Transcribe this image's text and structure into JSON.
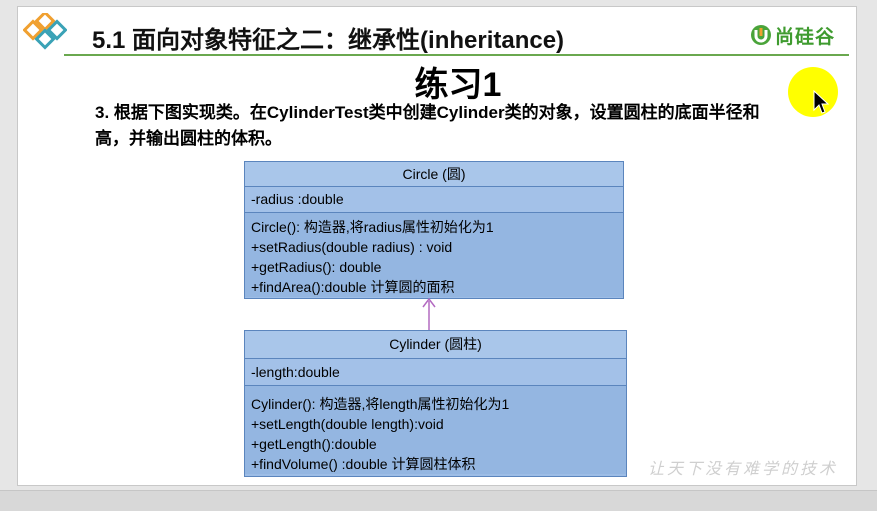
{
  "header": {
    "title": "5.1  面向对象特征之二：继承性(inheritance)",
    "logo_text": "尚硅谷",
    "accent_color": "#6aa84f"
  },
  "heading": "练习1",
  "task_text": "3. 根据下图实现类。在CylinderTest类中创建Cylinder类的对象，设置圆柱的底面半径和高，并输出圆柱的体积。",
  "uml": {
    "circle": {
      "title": "Circle  (圆)",
      "attribute": "-radius :double",
      "operations": [
        "Circle(): 构造器,将radius属性初始化为1",
        "+setRadius(double radius) : void",
        "+getRadius(): double",
        "+findArea():double  计算圆的面积"
      ]
    },
    "cylinder": {
      "title": "Cylinder  (圆柱)",
      "attribute": "-length:double",
      "operations": [
        "Cylinder():  构造器,将length属性初始化为1",
        "+setLength(double length):void",
        "+getLength():double",
        "+findVolume() :double   计算圆柱体积"
      ]
    },
    "relationship_color": "#b36ac1"
  },
  "watermark": "让天下没有难学的技术",
  "icons": {
    "header": "diamond-logo-icon",
    "logo": "atguigu-logo-icon",
    "cursor": "mouse-pointer-icon"
  }
}
